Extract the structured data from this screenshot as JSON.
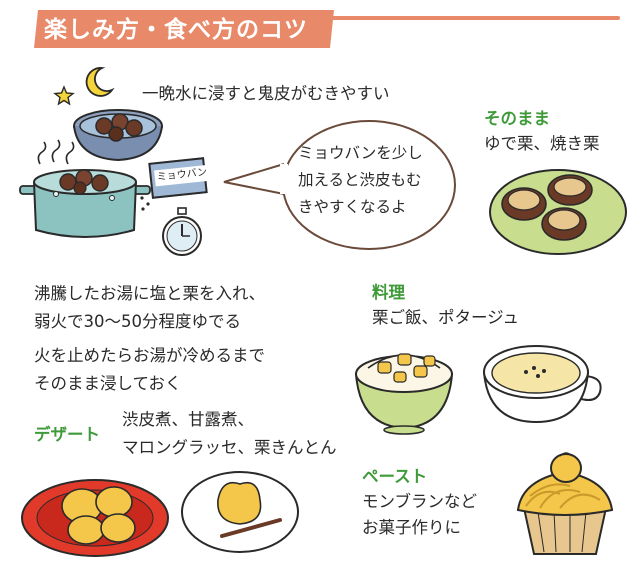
{
  "title": "楽しみ方・食べ方のコツ",
  "tip_soak": "一晩水に浸すと鬼皮がむきやすい",
  "alum_package_label": "ミョウバン",
  "speech_bubble": {
    "line1": "ミョウバンを少し",
    "line2": "加えると渋皮もむ",
    "line3": "きやすくなるよ"
  },
  "boil_instructions": {
    "line1": "沸騰したお湯に塩と栗を入れ、",
    "line2": "弱火で30～50分程度ゆでる",
    "line3": "火を止めたらお湯が冷めるまで",
    "line4": "そのまま浸しておく"
  },
  "section_as_is": {
    "heading": "そのまま",
    "text": "ゆで栗、焼き栗"
  },
  "section_cooking": {
    "heading": "料理",
    "text": "栗ご飯、ポタージュ"
  },
  "section_dessert": {
    "heading": "デザート",
    "line1": "渋皮煮、甘露煮、",
    "line2": "マロングラッセ、栗きんとん"
  },
  "section_paste": {
    "heading": "ペースト",
    "line1": "モンブランなど",
    "line2": "お菓子作りに"
  },
  "colors": {
    "banner": "#e8896a",
    "heading_green": "#3f9a3a",
    "plate_green": "#c8de8e",
    "chestnut_brown": "#6b3a26",
    "pot_teal": "#8cc3c1",
    "bowl_blue": "#7a8fb0",
    "red_plate": "#e23a2a",
    "chestnut_yellow": "#f4c64a",
    "soup_cream": "#f5e6a8"
  },
  "icons": [
    "moon-icon",
    "star-icon",
    "steam-icon",
    "timer-icon",
    "bubble-icon"
  ]
}
